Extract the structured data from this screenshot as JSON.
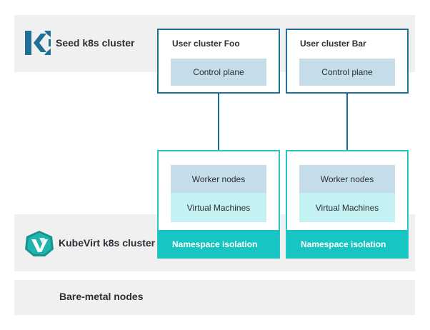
{
  "seed": {
    "label": "Seed k8s cluster"
  },
  "kubevirt": {
    "label": "KubeVirt k8s cluster"
  },
  "bare_metal": {
    "label": "Bare-metal nodes"
  },
  "user_clusters": [
    {
      "title": "User cluster Foo",
      "control_plane": "Control plane",
      "worker_nodes": "Worker nodes",
      "virtual_machines": "Virtual Machines",
      "namespace": "Namespace isolation"
    },
    {
      "title": "User cluster Bar",
      "control_plane": "Control plane",
      "worker_nodes": "Worker nodes",
      "virtual_machines": "Virtual Machines",
      "namespace": "Namespace isolation"
    }
  ],
  "colors": {
    "band": "#f0f0f0",
    "user_cluster_border": "#1f6f96",
    "worker_border": "#23c8c4",
    "control_plane_fill": "#c5dde9",
    "vm_fill": "#c4f1f1",
    "namespace_fill": "#17c6c3"
  },
  "icons": {
    "seed": "kubermatic-logo-icon",
    "kubevirt": "kubevirt-logo-icon"
  }
}
